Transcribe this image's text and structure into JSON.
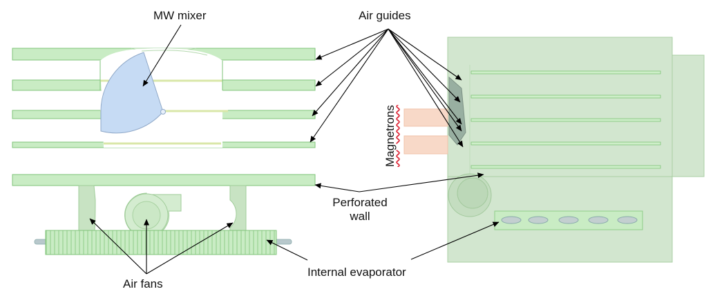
{
  "labels": {
    "mw_mixer": "MW mixer",
    "air_guides": "Air guides",
    "magnetrons": "Magnetrons",
    "perforated_wall": "Perforated\nwall",
    "internal_evaporator": "Internal evaporator",
    "air_fans": "Air fans"
  },
  "colors": {
    "green_fill": "#c9ecc4",
    "green_stroke": "#7fc379",
    "housing_fill": "#d2e6cf",
    "mixer_blue": "#c6dbf4",
    "magnetron_fill": "#f8d9c8",
    "arrow": "#000000"
  },
  "icons": {
    "fan": "centrifugal-fan-icon",
    "mixer": "rotating-sector-icon"
  }
}
